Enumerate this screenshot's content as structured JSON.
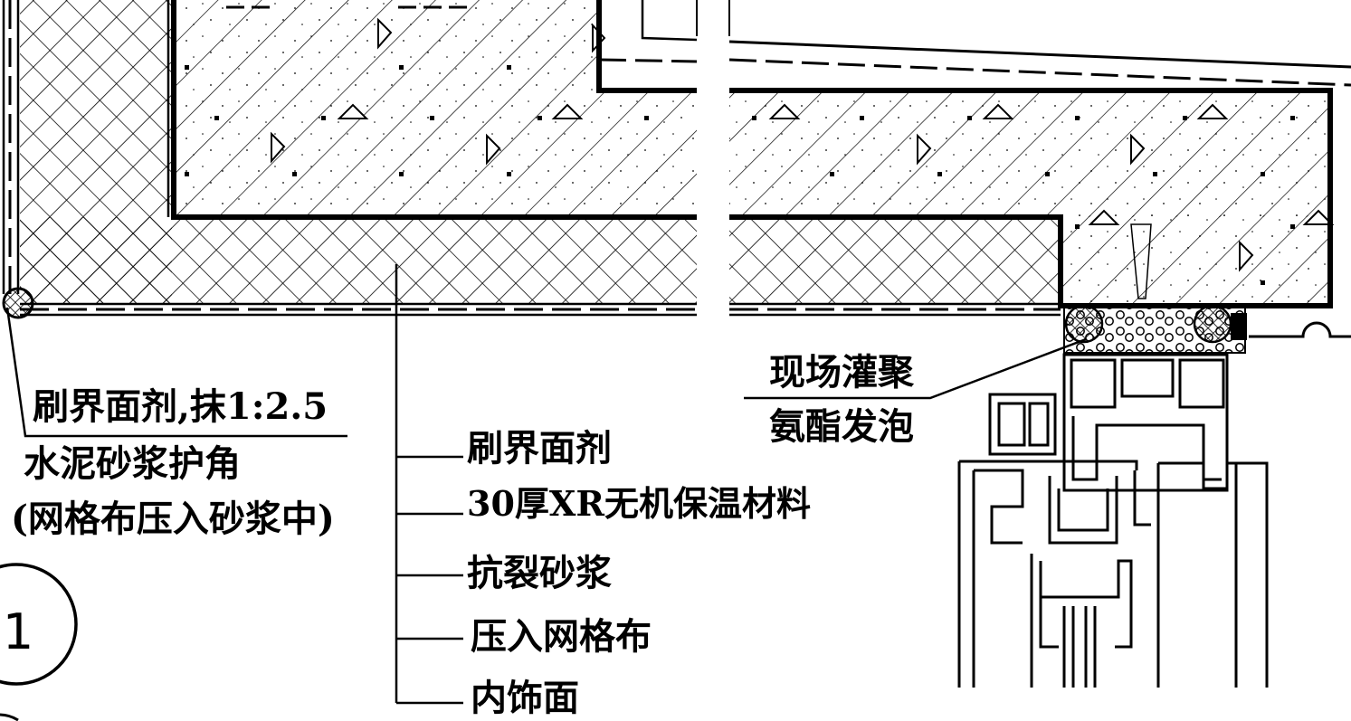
{
  "detail_number": "1",
  "labels": {
    "corner_protection": {
      "line1": "刷界面剂,抹1:2.5",
      "line2": "水泥砂浆护角",
      "line3": "(网格布压入砂浆中)"
    },
    "foam_fill": {
      "line1": "现场灌聚",
      "line2": "氨酯发泡"
    },
    "layers": [
      "刷界面剂",
      "30厚XR无机保温材料",
      "抗裂砂浆",
      "压入网格布",
      "内饰面"
    ]
  }
}
